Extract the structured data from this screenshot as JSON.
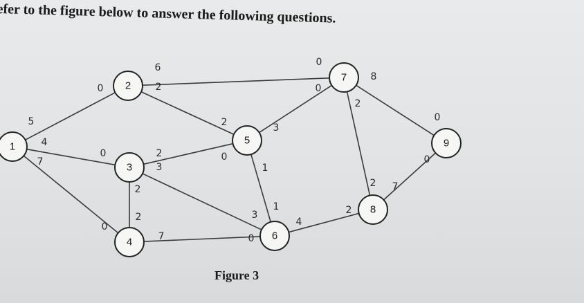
{
  "instruction": "efer to the figure below to answer the following questions.",
  "caption": "Figure 3",
  "nodes": [
    {
      "id": "1",
      "label": "1"
    },
    {
      "id": "2",
      "label": "2"
    },
    {
      "id": "3",
      "label": "3"
    },
    {
      "id": "4",
      "label": "4"
    },
    {
      "id": "5",
      "label": "5"
    },
    {
      "id": "6",
      "label": "6"
    },
    {
      "id": "7",
      "label": "7"
    },
    {
      "id": "8",
      "label": "8"
    },
    {
      "id": "9",
      "label": "9"
    }
  ],
  "edges": [
    {
      "from": "1",
      "to": "2"
    },
    {
      "from": "1",
      "to": "3"
    },
    {
      "from": "1",
      "to": "4"
    },
    {
      "from": "2",
      "to": "5"
    },
    {
      "from": "2",
      "to": "7"
    },
    {
      "from": "3",
      "to": "4"
    },
    {
      "from": "3",
      "to": "5"
    },
    {
      "from": "3",
      "to": "6"
    },
    {
      "from": "4",
      "to": "6"
    },
    {
      "from": "5",
      "to": "6"
    },
    {
      "from": "5",
      "to": "7"
    },
    {
      "from": "6",
      "to": "8"
    },
    {
      "from": "7",
      "to": "8"
    },
    {
      "from": "7",
      "to": "9"
    },
    {
      "from": "8",
      "to": "9"
    }
  ],
  "annotations": [
    {
      "node": "1",
      "text": "5"
    },
    {
      "node": "1",
      "text": "4"
    },
    {
      "node": "1",
      "text": "7"
    },
    {
      "node": "2",
      "text": "0"
    },
    {
      "node": "2",
      "text": "6"
    },
    {
      "node": "2",
      "text": "2"
    },
    {
      "node": "3",
      "text": "0"
    },
    {
      "node": "3",
      "text": "2"
    },
    {
      "node": "3",
      "text": "3"
    },
    {
      "node": "3",
      "text": "2"
    },
    {
      "node": "4",
      "text": "2"
    },
    {
      "node": "4",
      "text": "0"
    },
    {
      "node": "4",
      "text": "7"
    },
    {
      "node": "5",
      "text": "2"
    },
    {
      "node": "5",
      "text": "0"
    },
    {
      "node": "5",
      "text": "3"
    },
    {
      "node": "5",
      "text": "1"
    },
    {
      "node": "6",
      "text": "3"
    },
    {
      "node": "6",
      "text": "1"
    },
    {
      "node": "6",
      "text": "0"
    },
    {
      "node": "6",
      "text": "4"
    },
    {
      "node": "7",
      "text": "0"
    },
    {
      "node": "7",
      "text": "0"
    },
    {
      "node": "7",
      "text": "8"
    },
    {
      "node": "7",
      "text": "2"
    },
    {
      "node": "8",
      "text": "2"
    },
    {
      "node": "8",
      "text": "7"
    },
    {
      "node": "8",
      "text": "2"
    },
    {
      "node": "9",
      "text": "0"
    },
    {
      "node": "9",
      "text": "0"
    }
  ]
}
